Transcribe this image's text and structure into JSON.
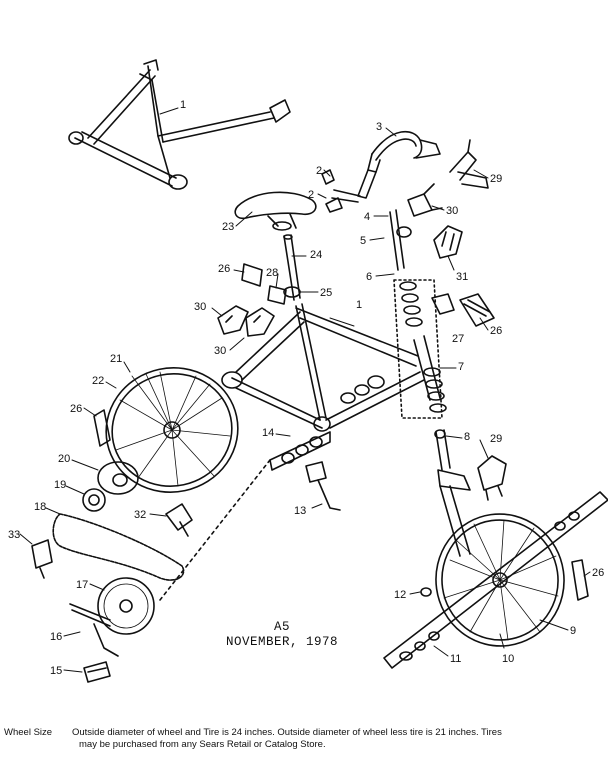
{
  "diagram": {
    "callouts": [
      "1",
      "1",
      "2",
      "2",
      "3",
      "4",
      "5",
      "6",
      "7",
      "8",
      "9",
      "10",
      "11",
      "12",
      "13",
      "14",
      "15",
      "16",
      "17",
      "18",
      "19",
      "20",
      "21",
      "22",
      "23",
      "24",
      "25",
      "26",
      "26",
      "26",
      "26",
      "27",
      "28",
      "29",
      "29",
      "30",
      "30",
      "30",
      "31",
      "32",
      "33"
    ]
  },
  "stamp": {
    "page": "A5",
    "date": "NOVEMBER, 1978"
  },
  "footer": {
    "label": "Wheel Size",
    "line1": "Outside diameter of wheel and Tire is 24 inches. Outside diameter of wheel less tire is 21 inches. Tires",
    "line2": "may be purchased from any Sears Retail or Catalog Store."
  }
}
